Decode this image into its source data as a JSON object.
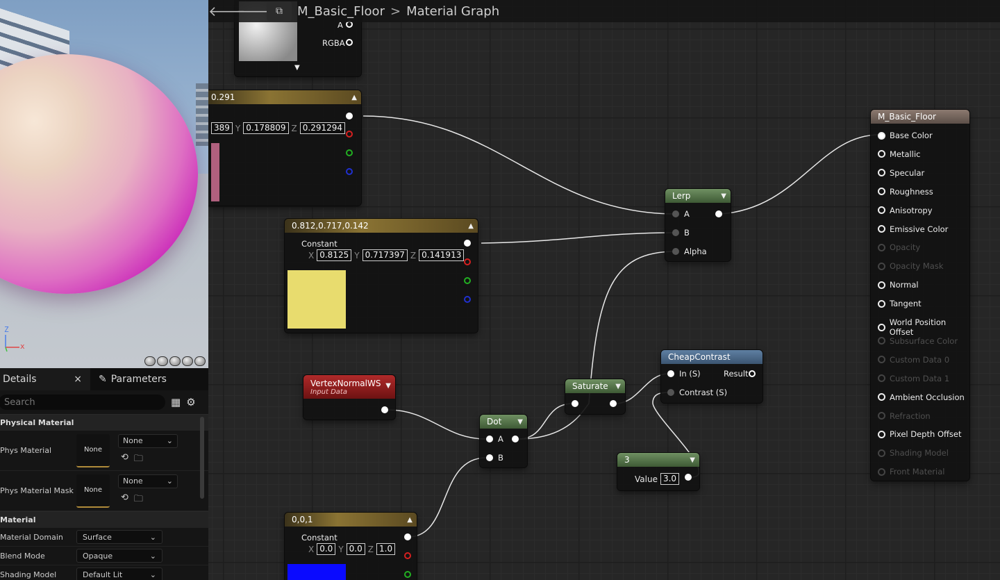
{
  "breadcrumb": {
    "back_icon": "arrow-left-icon",
    "forward_icon": "arrow-right-icon",
    "asset": "M_Basic_Floor",
    "separator": ">",
    "page": "Material Graph"
  },
  "viewport": {
    "axis_z": "Z",
    "axis_x": "x"
  },
  "details": {
    "tab_details": "Details",
    "tab_close": "×",
    "tab_parameters": "Parameters",
    "search_placeholder": "Search",
    "section_physical": "Physical Material",
    "phys_material": {
      "label": "Phys Material",
      "thumb": "None",
      "value": "None"
    },
    "phys_material_mask": {
      "label": "Phys Material Mask",
      "thumb": "None",
      "value": "None"
    },
    "section_material": "Material",
    "material_domain": {
      "label": "Material Domain",
      "value": "Surface"
    },
    "blend_mode": {
      "label": "Blend Mode",
      "value": "Opaque"
    },
    "shading_model": {
      "label": "Shading Model",
      "value": "Default Lit"
    }
  },
  "nodes": {
    "texture": {
      "pin_a": "A",
      "pin_rgba": "RGBA"
    },
    "constant1": {
      "title": "0.291",
      "x": "389",
      "y": "0.178809",
      "z": "0.291294",
      "ax_y": "Y",
      "ax_z": "Z",
      "swatch_color": "#b0607e"
    },
    "constant2": {
      "title": "0.812,0.717,0.142",
      "label": "Constant",
      "ax_x": "X",
      "ax_y": "Y",
      "ax_z": "Z",
      "x": "0.8125",
      "y": "0.717397",
      "z": "0.141913",
      "swatch_color": "#e8dc6e"
    },
    "constant3": {
      "title": "0,0,1",
      "label": "Constant",
      "ax_x": "X",
      "ax_y": "Y",
      "ax_z": "Z",
      "x": "0.0",
      "y": "0.0",
      "z": "1.0",
      "swatch_color": "#0a0aff"
    },
    "vertex": {
      "title": "VertexNormalWS",
      "subtitle": "Input Data"
    },
    "dot": {
      "title": "Dot",
      "pin_a": "A",
      "pin_b": "B"
    },
    "saturate": {
      "title": "Saturate"
    },
    "lerp": {
      "title": "Lerp",
      "pin_a": "A",
      "pin_b": "B",
      "pin_alpha": "Alpha"
    },
    "cheapcontrast": {
      "title": "CheapContrast",
      "pin_in": "In (S)",
      "pin_result": "Result",
      "pin_contrast": "Contrast (S)"
    },
    "const3": {
      "title": "3",
      "label": "Value",
      "value": "3.0"
    },
    "material": {
      "title": "M_Basic_Floor",
      "inputs": [
        {
          "label": "Base Color",
          "enabled": true
        },
        {
          "label": "Metallic",
          "enabled": true
        },
        {
          "label": "Specular",
          "enabled": true
        },
        {
          "label": "Roughness",
          "enabled": true
        },
        {
          "label": "Anisotropy",
          "enabled": true
        },
        {
          "label": "Emissive Color",
          "enabled": true
        },
        {
          "label": "Opacity",
          "enabled": false
        },
        {
          "label": "Opacity Mask",
          "enabled": false
        },
        {
          "label": "Normal",
          "enabled": true
        },
        {
          "label": "Tangent",
          "enabled": true
        },
        {
          "label": "World Position Offset",
          "enabled": true
        },
        {
          "label": "Subsurface Color",
          "enabled": false
        },
        {
          "label": "Custom Data 0",
          "enabled": false
        },
        {
          "label": "Custom Data 1",
          "enabled": false
        },
        {
          "label": "Ambient Occlusion",
          "enabled": true
        },
        {
          "label": "Refraction",
          "enabled": false
        },
        {
          "label": "Pixel Depth Offset",
          "enabled": true
        },
        {
          "label": "Shading Model",
          "enabled": false
        },
        {
          "label": "Front Material",
          "enabled": false
        }
      ]
    }
  }
}
